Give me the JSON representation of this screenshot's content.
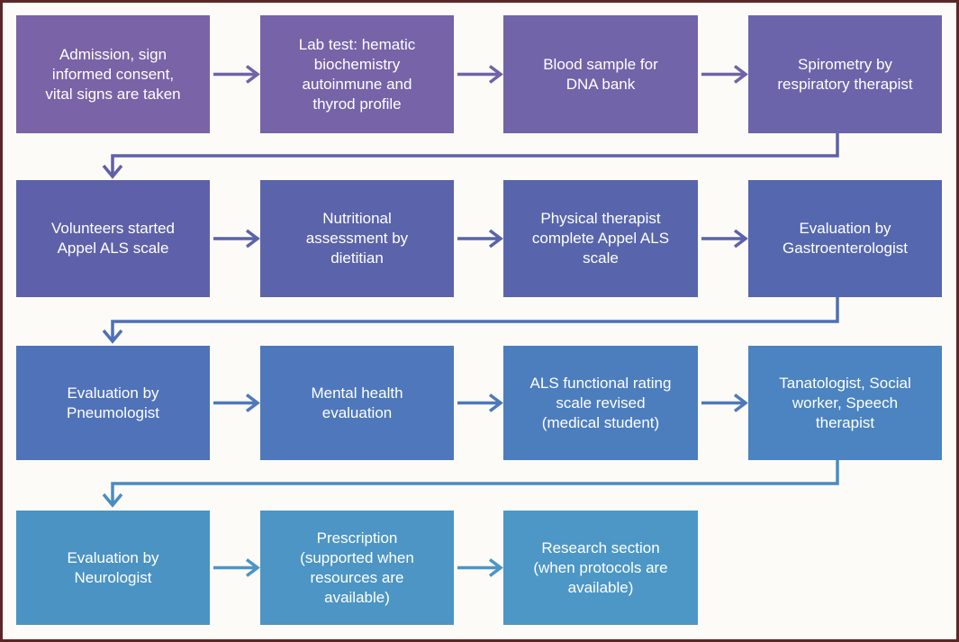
{
  "diagram": {
    "type": "flowchart",
    "description": "Patient evaluation workflow, four rows of process steps linked by arrows",
    "canvas": {
      "background_color": "#FCFBF7",
      "border_color": "#5B2626",
      "text_color": "#FFFFFF"
    },
    "rows": [
      {
        "arrow_color": "#7163A7",
        "boxes": [
          {
            "label": "Admission, sign\ninformed consent,\nvital signs are taken",
            "color": "#7A63A6"
          },
          {
            "label": "Lab test: hematic\nbiochemistry\nautoinmune and\nthyrod profile",
            "color": "#7663A8"
          },
          {
            "label": "Blood sample for\nDNA bank",
            "color": "#7164A9"
          },
          {
            "label": "Spirometry by\nrespiratory therapist",
            "color": "#6C64AB"
          }
        ]
      },
      {
        "arrow_color": "#5A63AB",
        "boxes": [
          {
            "label": "Volunteers started\nAppel ALS scale",
            "color": "#5E61A9"
          },
          {
            "label": "Nutritional\nassessment by\ndietitian",
            "color": "#5B63AB"
          },
          {
            "label": "Physical therapist\ncomplete Appel ALS\nscale",
            "color": "#5865AD"
          },
          {
            "label": "Evaluation by\nGastroenterologist",
            "color": "#5567AF"
          }
        ]
      },
      {
        "arrow_color": "#4D79BC",
        "boxes": [
          {
            "label": "Evaluation by\nPneumologist",
            "color": "#4F72B9"
          },
          {
            "label": "Mental health\nevaluation",
            "color": "#4E78BB"
          },
          {
            "label": "ALS functional rating\nscale revised\n(medical student)",
            "color": "#4C7EBE"
          },
          {
            "label": "Tanatologist, Social\nworker, Speech\ntherapist",
            "color": "#4B84C0"
          }
        ]
      },
      {
        "arrow_color": "#4C95C5",
        "boxes": [
          {
            "label": "Evaluation by\nNeurologist",
            "color": "#4B93C3"
          },
          {
            "label": "Prescription\n(supported when\nresources are\navailable)",
            "color": "#4C95C5"
          },
          {
            "label": "Research section\n(when protocols are\navailable)",
            "color": "#4C97C6"
          }
        ]
      }
    ],
    "row_connectors": [
      {
        "from_row": 0,
        "to_row": 1,
        "color": "#5F60A8"
      },
      {
        "from_row": 1,
        "to_row": 2,
        "color": "#4E70B5"
      },
      {
        "from_row": 2,
        "to_row": 3,
        "color": "#4A8CC1"
      }
    ]
  }
}
